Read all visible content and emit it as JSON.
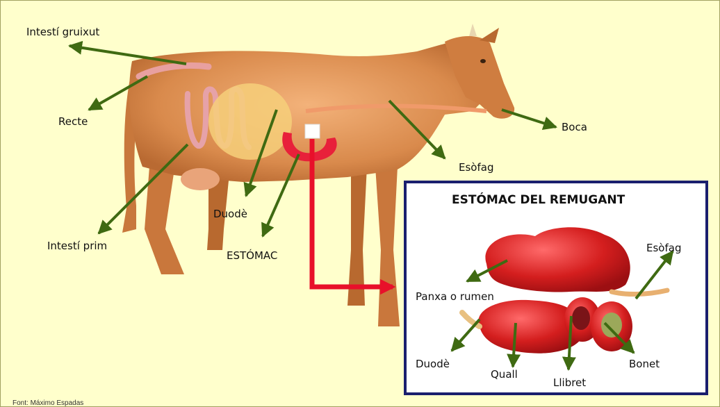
{
  "diagram": {
    "cow_labels": {
      "large_intestine": "Intestí gruixut",
      "rectum": "Recte",
      "mouth": "Boca",
      "esophagus": "Esòfag",
      "small_intestine": "Intestí prim",
      "duodenum": "Duodè",
      "stomach": "ESTÓMAC"
    },
    "inset": {
      "title": "ESTÓMAC DEL REMUGANT",
      "labels": {
        "esophagus": "Esòfag",
        "rumen": "Panxa o rumen",
        "duodenum": "Duodè",
        "abomasum": "Quall",
        "omasum": "Llibret",
        "reticulum": "Bonet"
      }
    },
    "credit": "Font: Máximo Espadas",
    "colors": {
      "background": "#ffffcc",
      "arrow": "#3f6a12",
      "connector": "#e8102a",
      "inset_border": "#1a1f6e",
      "organ": "#d41e1e"
    }
  }
}
